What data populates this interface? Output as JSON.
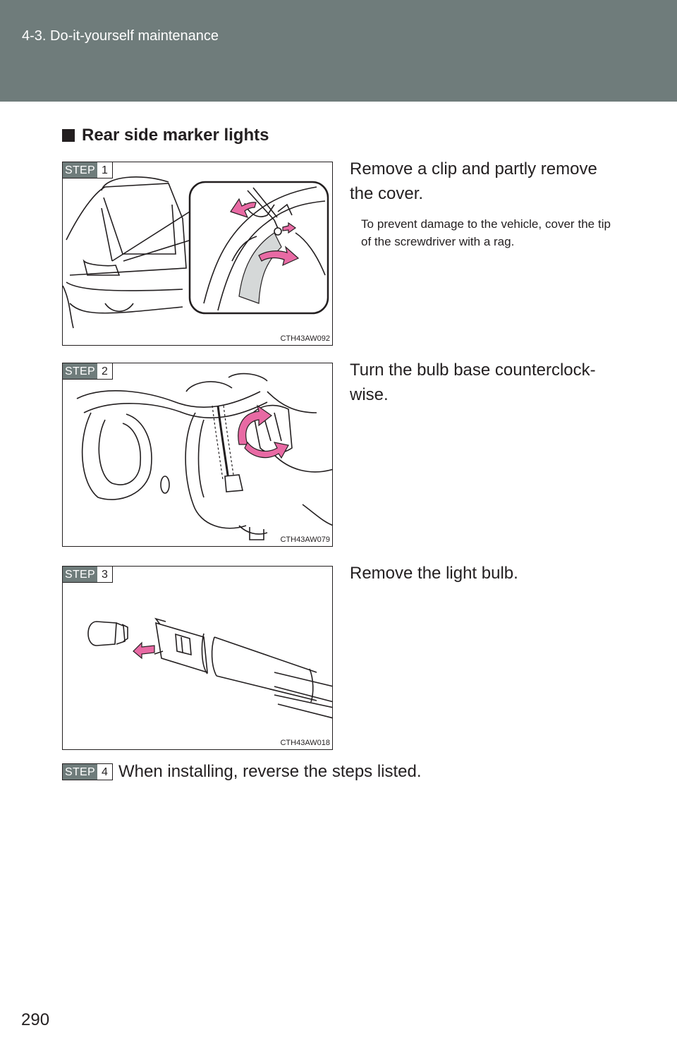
{
  "header": {
    "section": "4-3. Do-it-yourself maintenance"
  },
  "heading": "Rear side marker lights",
  "steps": [
    {
      "label": "STEP",
      "num": "1",
      "code": "CTH43AW092",
      "text": "Remove a clip and partly remove the cover.",
      "note": "To prevent damage to the vehicle, cover the tip of the screwdriver with a rag."
    },
    {
      "label": "STEP",
      "num": "2",
      "code": "CTH43AW079",
      "text": "Turn the bulb base counterclock-wise."
    },
    {
      "label": "STEP",
      "num": "3",
      "code": "CTH43AW018",
      "text": "Remove the light bulb."
    },
    {
      "label": "STEP",
      "num": "4",
      "text": "When installing, reverse the steps listed."
    }
  ],
  "page_number": "290",
  "colors": {
    "header": "#6f7c7b",
    "arrow": "#e86aa4",
    "text": "#231f20"
  }
}
